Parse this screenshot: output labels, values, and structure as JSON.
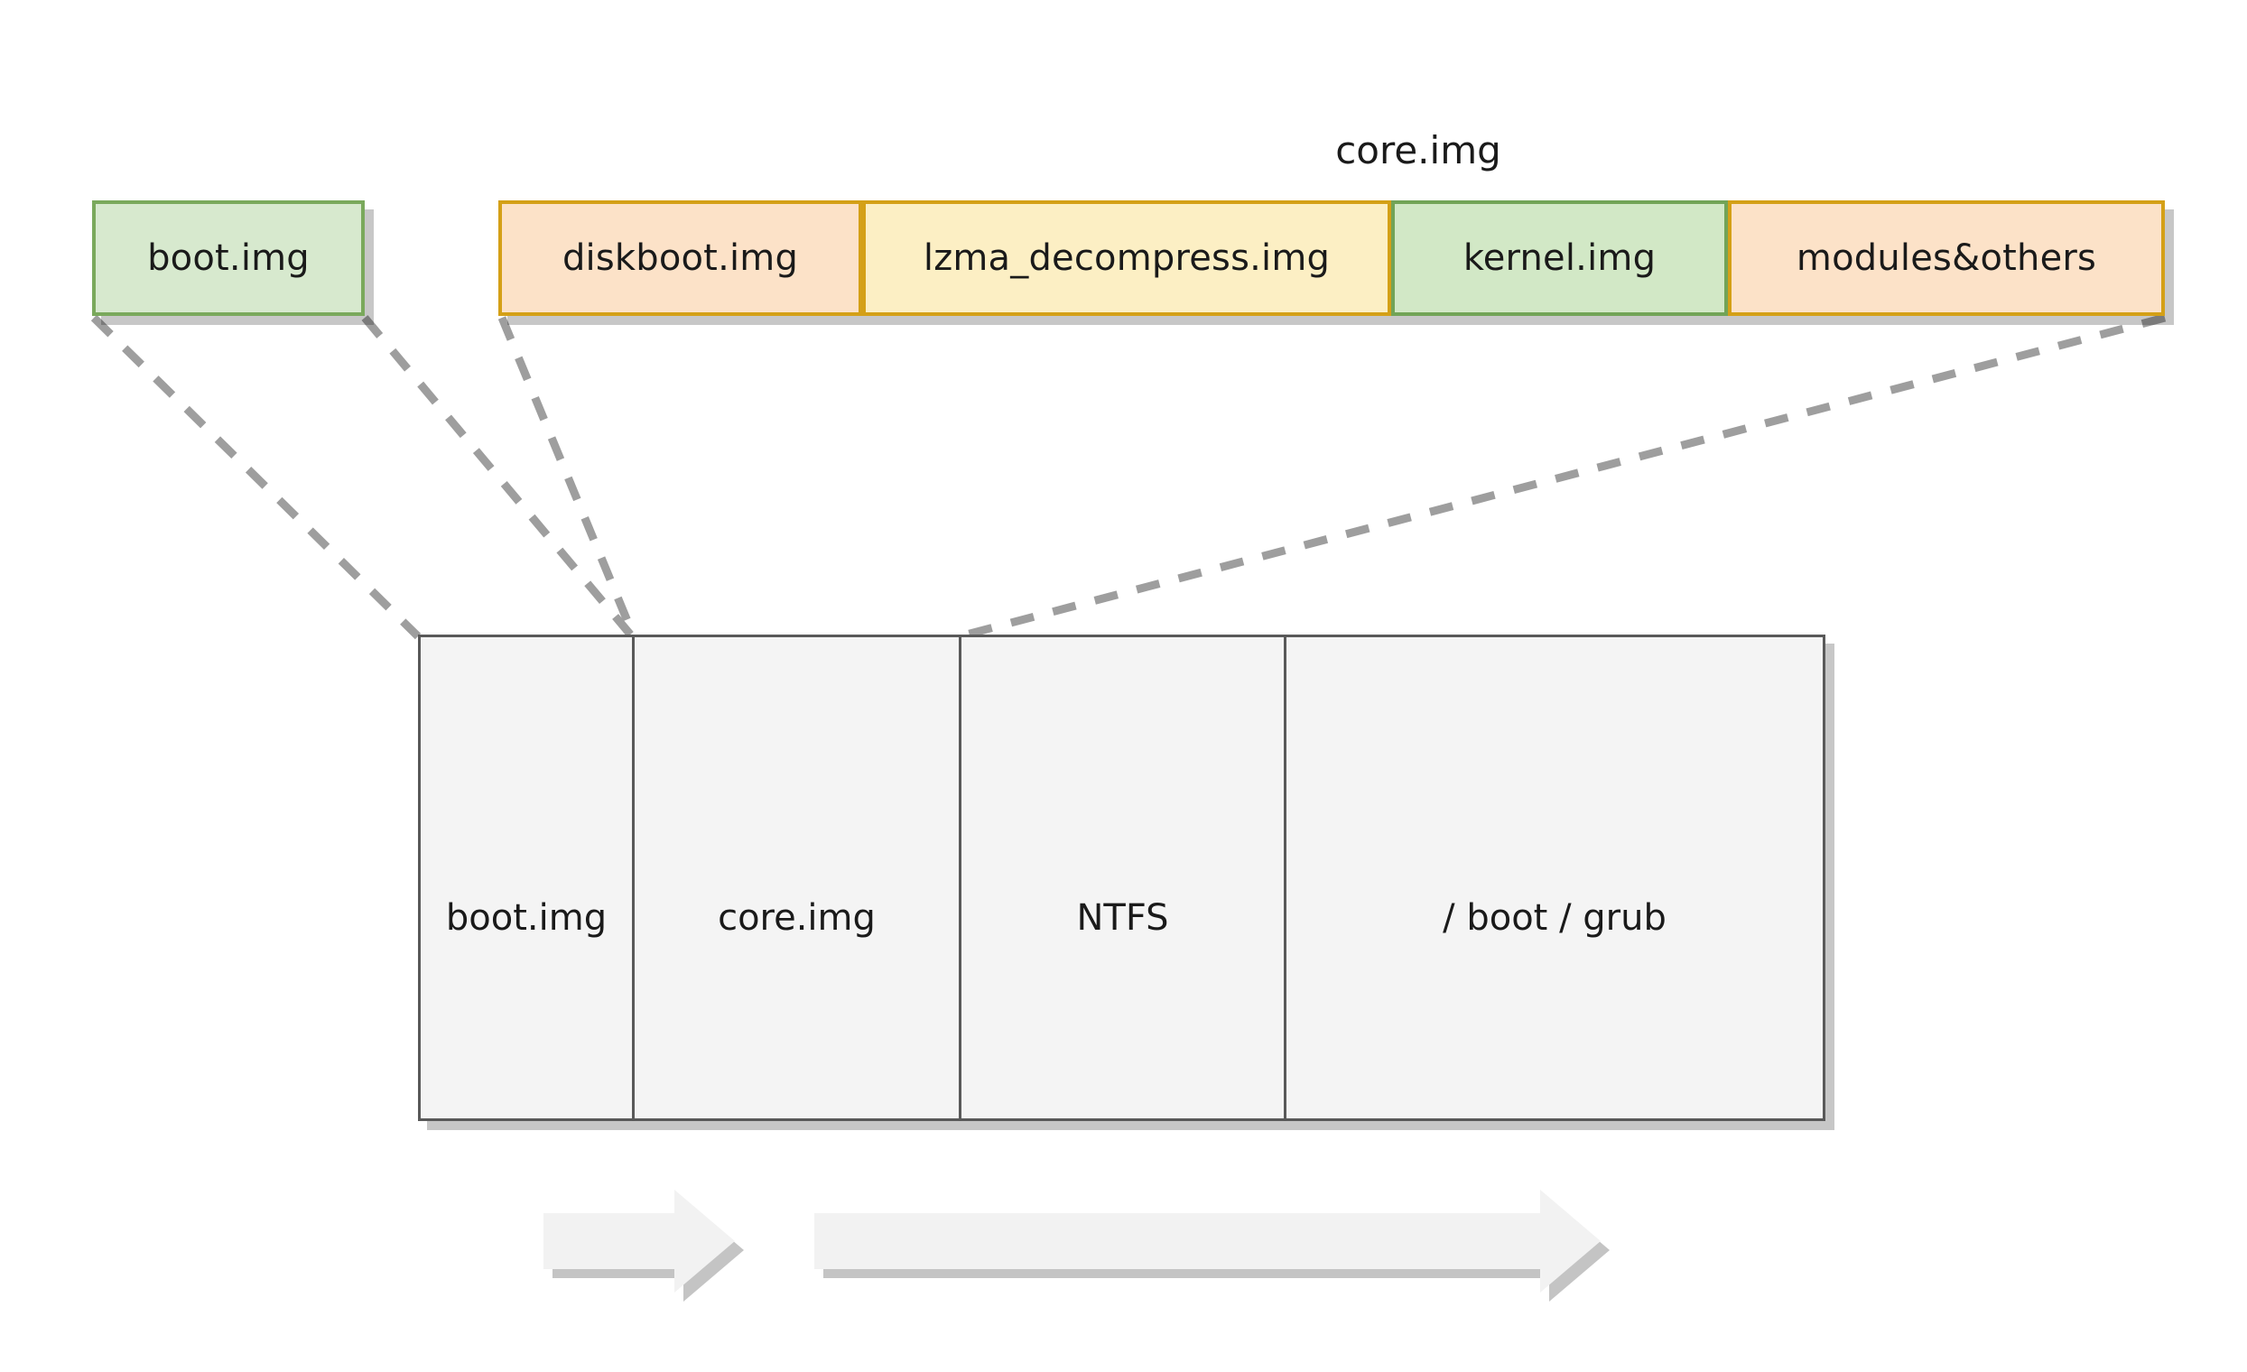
{
  "diagram": {
    "title_labels": {
      "core_img": "core.img"
    },
    "boot_img_block": {
      "label": "boot.img",
      "fill": "#d7e9ce",
      "border": "#7aa95c"
    },
    "core_img_blocks": [
      {
        "label": "diskboot.img",
        "fill": "#fce2c8",
        "border": "#d4a017"
      },
      {
        "label": "lzma_decompress.img",
        "fill": "#fcefc4",
        "border": "#d4a017"
      },
      {
        "label": "kernel.img",
        "fill": "#d2e8c6",
        "border": "#72a457"
      },
      {
        "label": "modules&others",
        "fill": "#fce2c8",
        "border": "#d4a017"
      }
    ],
    "disk_layout": {
      "cells": [
        {
          "label": "boot.img"
        },
        {
          "label": "core.img"
        },
        {
          "label": "NTFS"
        },
        {
          "label": "/ boot / grub"
        }
      ],
      "fill": "#f4f4f4",
      "border": "#595959"
    },
    "connectors": {
      "style": "dashed",
      "color": "#9e9e9e",
      "count": 4
    },
    "flow_arrows": [
      {
        "name": "short-arrow"
      },
      {
        "name": "long-arrow"
      }
    ],
    "arrow_color": "#f2f2f2",
    "arrow_shadow": "#c4c4c4"
  }
}
